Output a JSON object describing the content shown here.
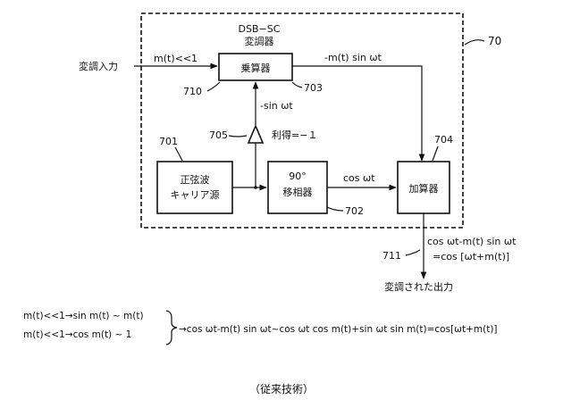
{
  "module_title_line1": "DSB−SC",
  "module_title_line2": "変調器",
  "module_ref": "70",
  "input_label": "変調入力",
  "input_condition": "m(t)<<1",
  "multiplier": {
    "label": "乗算器",
    "ref_a": "710",
    "ref_b": "703"
  },
  "multiplier_output": "-m(t) sin ωt",
  "neg_sin_label": "-sin ωt",
  "inverter": {
    "ref": "705",
    "gain_label": "利得=−１"
  },
  "oscillator": {
    "ref": "701",
    "line1": "正弦波",
    "line2": "キャリア源"
  },
  "phase_shifter": {
    "line1": "90°",
    "line2": "移相器",
    "ref": "702"
  },
  "cos_label": "cos ωt",
  "adder": {
    "label": "加算器",
    "ref": "704"
  },
  "output": {
    "ref": "711",
    "line1": "cos ωt-m(t) sin ωt",
    "line2": "=cos [ωt+m(t)]",
    "label": "変調された出力"
  },
  "approx": {
    "line1": "m(t)<<1→sin m(t) ~ m(t)",
    "line2": "m(t)<<1→cos m(t) ~ 1",
    "result": "→cos ωt-m(t) sin ωt~cos ωt cos m(t)+sin ωt sin m(t)=cos[ωt+m(t)]"
  },
  "caption": "（従来技術）"
}
